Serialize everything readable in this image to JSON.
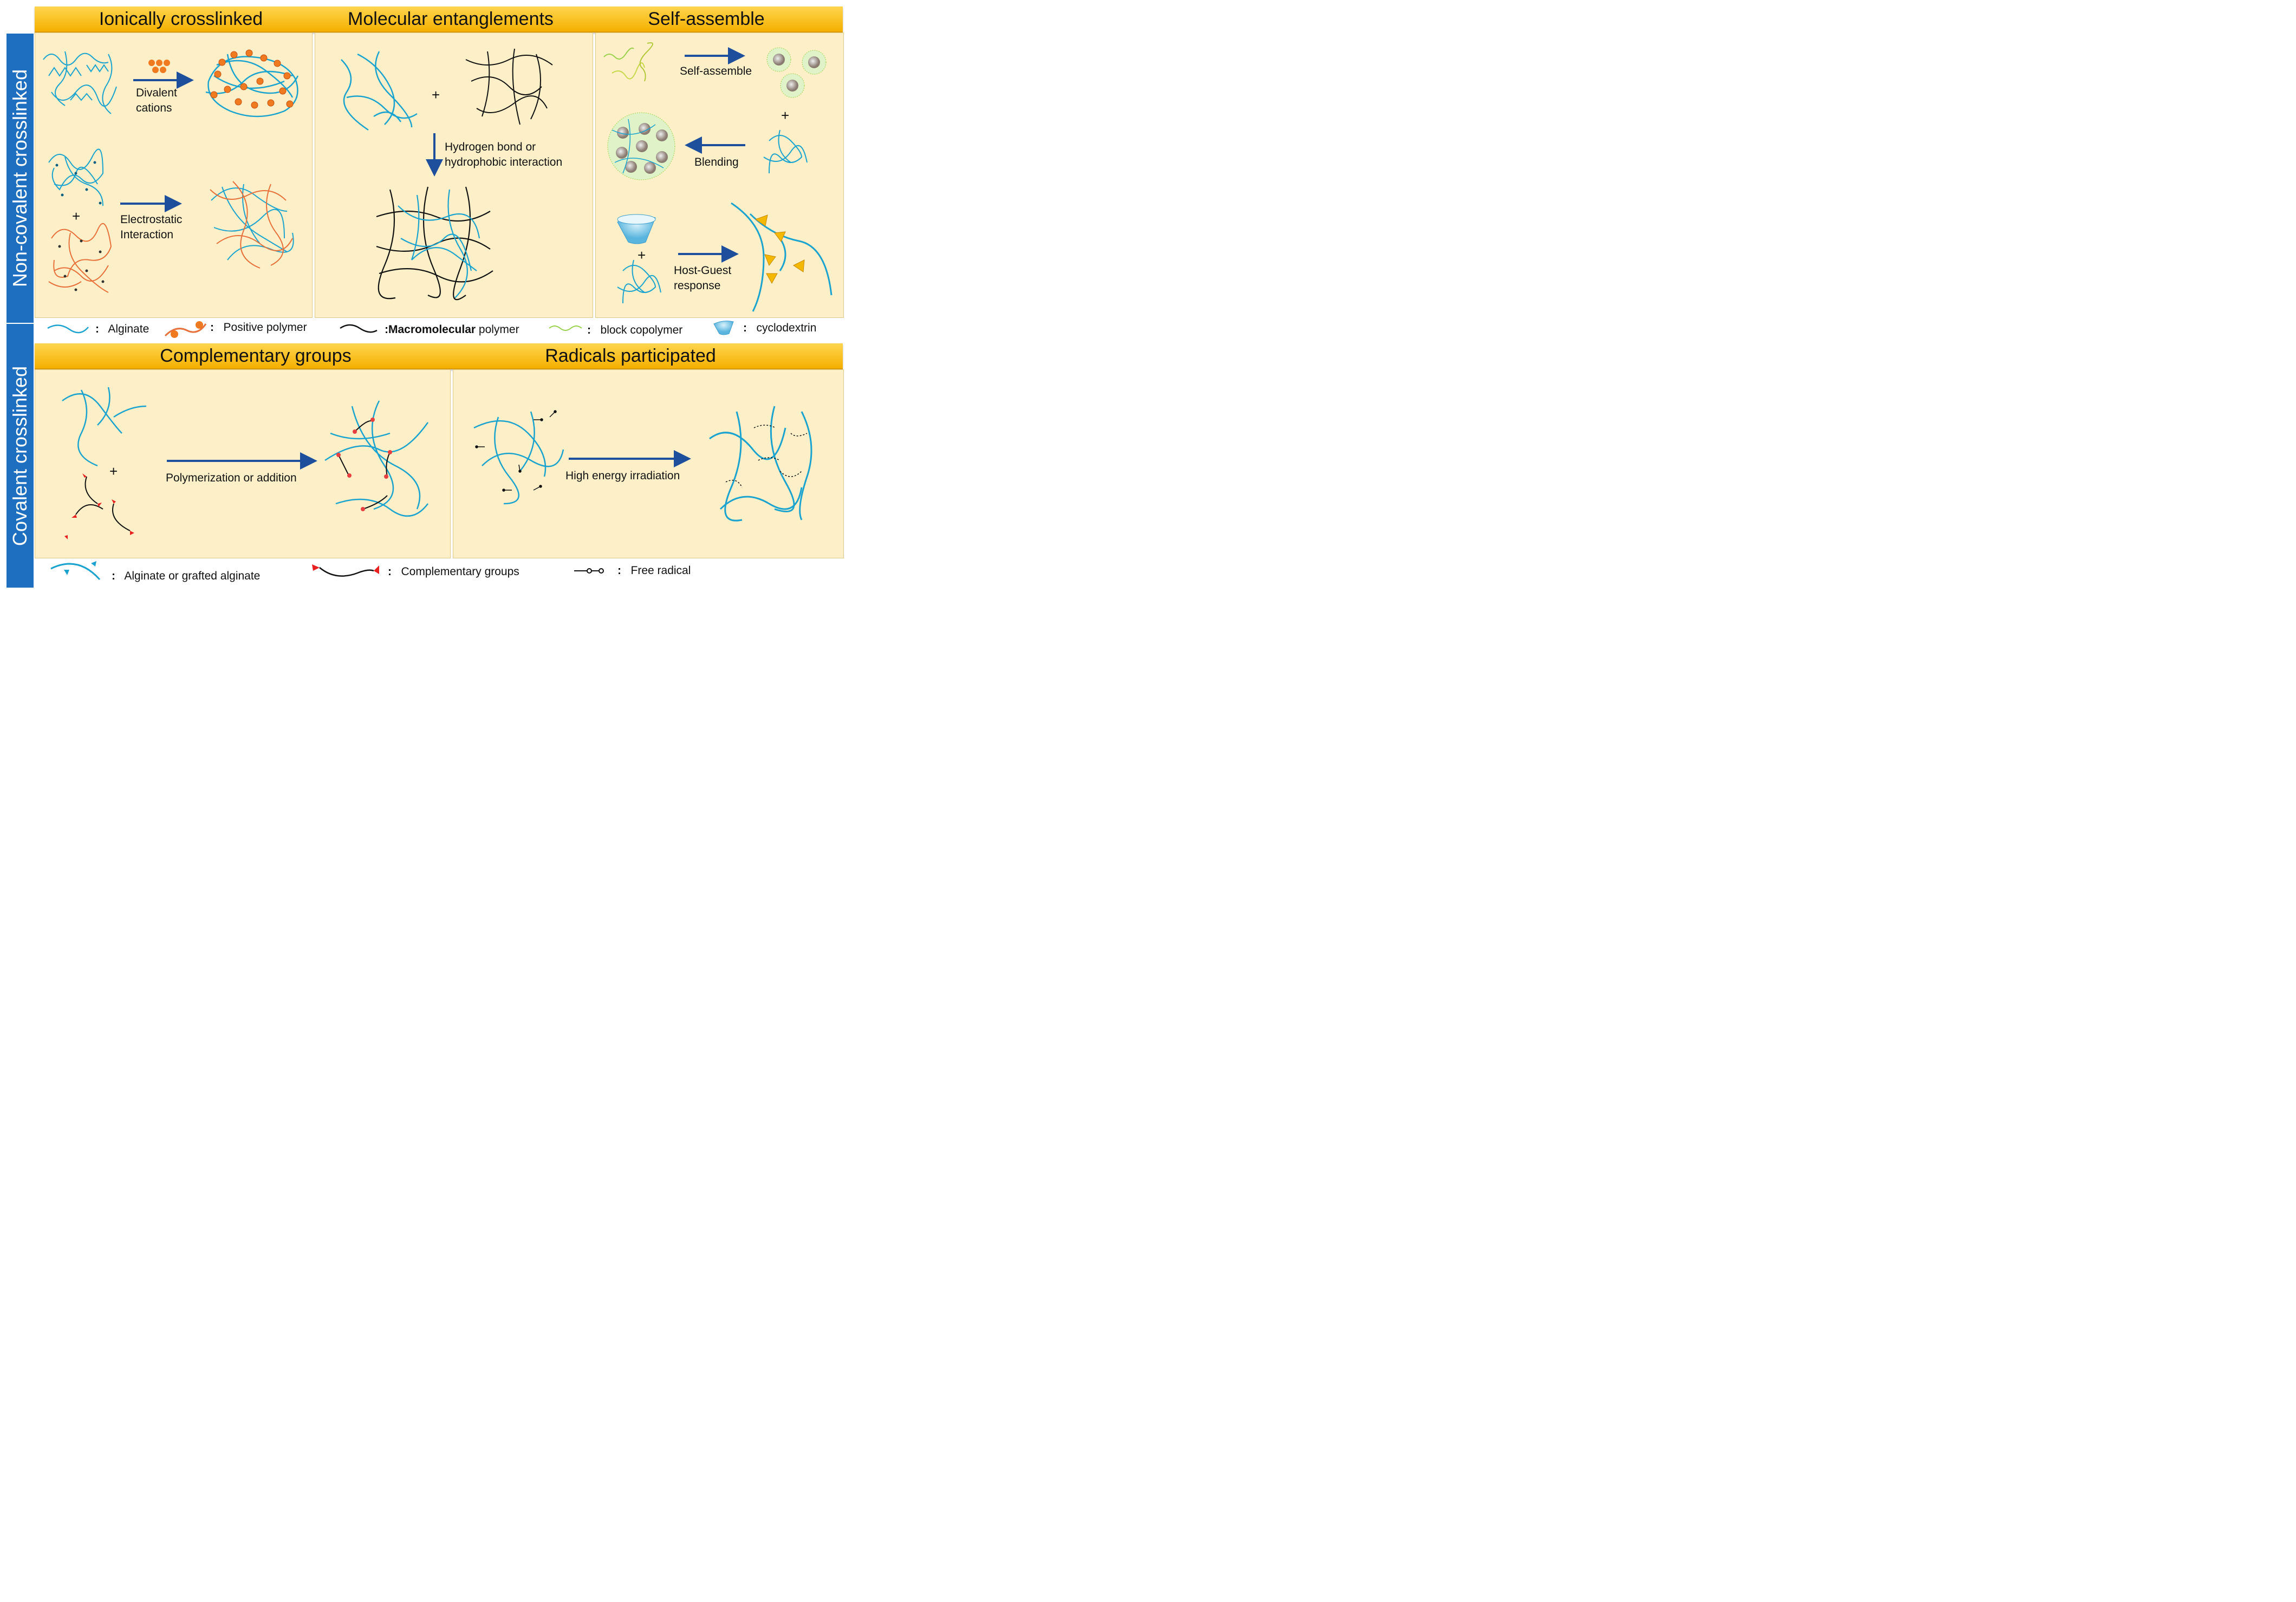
{
  "sidebar": {
    "top_label": "Non-covalent crosslinked",
    "bottom_label": "Covalent crosslinked"
  },
  "section1": {
    "headers": [
      "Ionically crosslinked",
      "Molecular entanglements",
      "Self-assemble"
    ],
    "ionic": {
      "arrow1_label_line1": "Divalent",
      "arrow1_label_line2": "cations",
      "arrow2_label_line1": "Electrostatic",
      "arrow2_label_line2": "Interaction",
      "plus": "+"
    },
    "entangle": {
      "plus": "+",
      "arrow_label_line1": "Hydrogen bond or",
      "arrow_label_line2": "hydrophobic interaction"
    },
    "selfassemble": {
      "arrow1_label": "Self-assemble",
      "plus1": "+",
      "arrow2_label": "Blending",
      "plus2": "+",
      "arrow3_label_line1": "Host-Guest",
      "arrow3_label_line2": "response"
    },
    "legend": [
      {
        "sep": ":",
        "label": "Alginate"
      },
      {
        "sep": ":",
        "label": "Positive polymer"
      },
      {
        "sep": ":",
        "bold": "Macromolecular",
        "label": " polymer"
      },
      {
        "sep": ":",
        "label": "block copolymer"
      },
      {
        "sep": ":",
        "label": "cyclodextrin"
      }
    ]
  },
  "section2": {
    "headers": [
      "Complementary groups",
      "Radicals participated"
    ],
    "complementary": {
      "plus": "+",
      "arrow_label": "Polymerization or addition"
    },
    "radicals": {
      "arrow_label": "High energy irradiation"
    },
    "legend": [
      {
        "sep": ":",
        "label": "Alginate or grafted alginate"
      },
      {
        "sep": ":",
        "label": "Complementary groups"
      },
      {
        "sep": ":",
        "label": "Free radical"
      }
    ]
  },
  "colors": {
    "sidebar": "#1f6fc0",
    "header_top": "#ffd54f",
    "header_bottom": "#f5b000",
    "panel": "#fdf0c8",
    "alginate": "#1aa3cf",
    "positive_polymer": "#e8703a",
    "cation": "#f07a20",
    "block_copolymer": "#9ad04a",
    "arrow": "#1e4f9c",
    "complementary": "#e82020"
  }
}
